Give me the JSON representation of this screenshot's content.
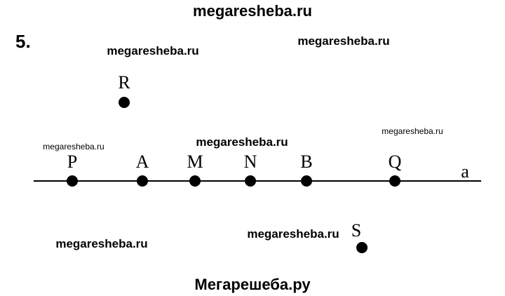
{
  "problem_number": "5.",
  "line_label": "a",
  "points_on_line": [
    "P",
    "A",
    "M",
    "N",
    "B",
    "Q"
  ],
  "points_off_line": [
    "R",
    "S"
  ],
  "watermarks": [
    "megaresheba.ru",
    "megaresheba.ru",
    "megaresheba.ru",
    "megaresheba.ru",
    "megaresheba.ru",
    "megaresheba.ru",
    "megaresheba.ru",
    "megaresheba.ru"
  ],
  "footer": "Мегарешеба.ру"
}
